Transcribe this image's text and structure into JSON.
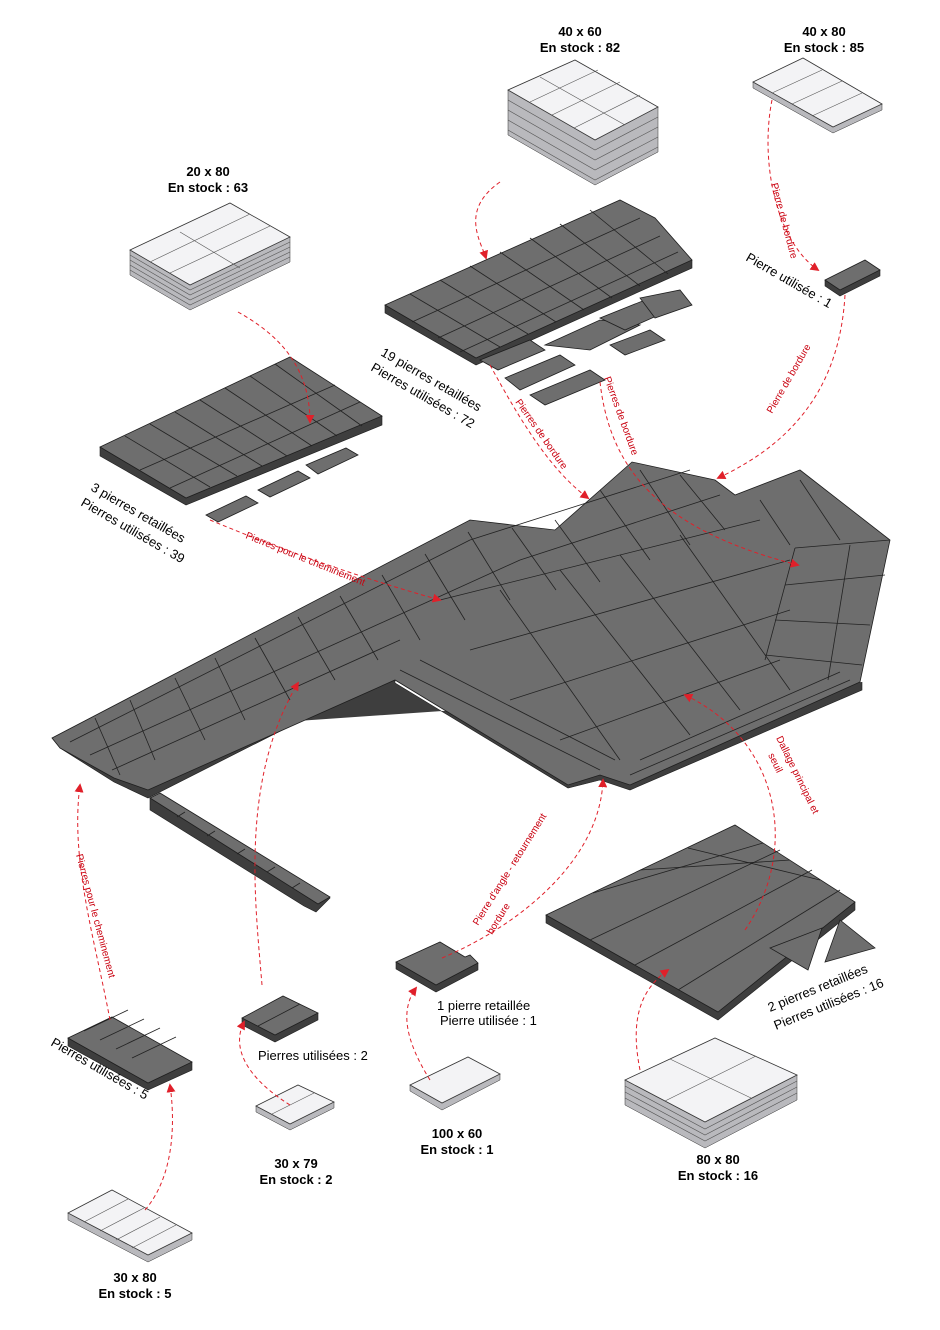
{
  "stocks": {
    "s20x80": {
      "size": "20 x 80",
      "stock": "En stock : 63"
    },
    "s40x60": {
      "size": "40 x 60",
      "stock": "En stock : 82"
    },
    "s40x80": {
      "size": "40 x 80",
      "stock": "En stock : 85"
    },
    "s30x80": {
      "size": "30 x 80",
      "stock": "En stock : 5"
    },
    "s30x79": {
      "size": "30 x 79",
      "stock": "En stock : 2"
    },
    "s100x60": {
      "size": "100 x 60",
      "stock": "En stock : 1"
    },
    "s80x80": {
      "size": "80 x 80",
      "stock": "En stock : 16"
    }
  },
  "usage": {
    "u20x80": {
      "line1": "3 pierres retaillées",
      "line2": "Pierres utilisées : 39"
    },
    "u40x60": {
      "line1": "19 pierres retaillées",
      "line2": "Pierres utilisées : 72"
    },
    "u40x80": {
      "line1": "Pierre utilisée : 1"
    },
    "u30x80": {
      "line1": "Pierres utilisées : 5"
    },
    "u30x79": {
      "line1": "Pierres utilisées : 2"
    },
    "u100x60": {
      "line1": "1 pierre retaillée",
      "line2": "Pierre utilisée : 1"
    },
    "u80x80": {
      "line1": "2 pierres retaillées",
      "line2": "Pierres utilisées : 16"
    }
  },
  "arrows": {
    "cheminement_top": "Pierres pour le cheminement",
    "cheminement_left": "Pierres pour le cheminement",
    "bordure_a": "Pierres de bordure",
    "bordure_b": "Pierres de bordure",
    "bordure_right": "Pierre de bordure",
    "bordure_right_top": "Pierre de bordure",
    "angle_line1": "Pierre d'angle - retournement",
    "angle_line2": "bordure",
    "dallage_line1": "Dallage principal et",
    "dallage_line2": "seuil"
  },
  "colors": {
    "paved_stone": "#6e6e6e",
    "stock_stone": "#f3f3f5",
    "arrow": "#e0202a",
    "arrow_text": "#c9000f"
  }
}
